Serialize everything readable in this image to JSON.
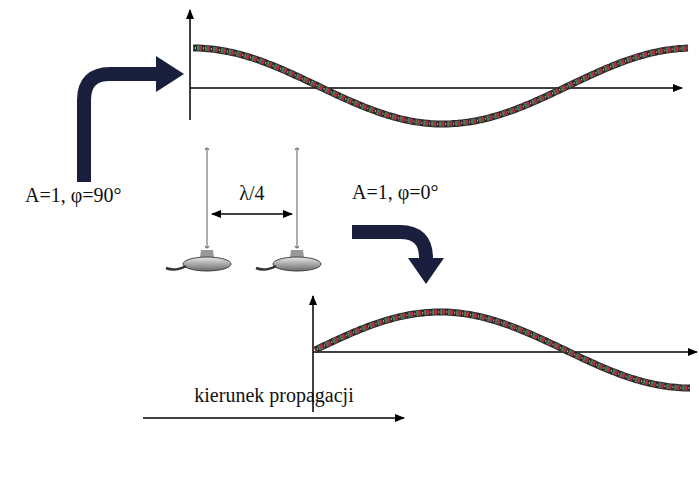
{
  "diagram": {
    "labels": [
      "A=1, φ=90°",
      "λ/4",
      "A=1, φ=0°",
      "kierunek propagacji"
    ]
  }
}
